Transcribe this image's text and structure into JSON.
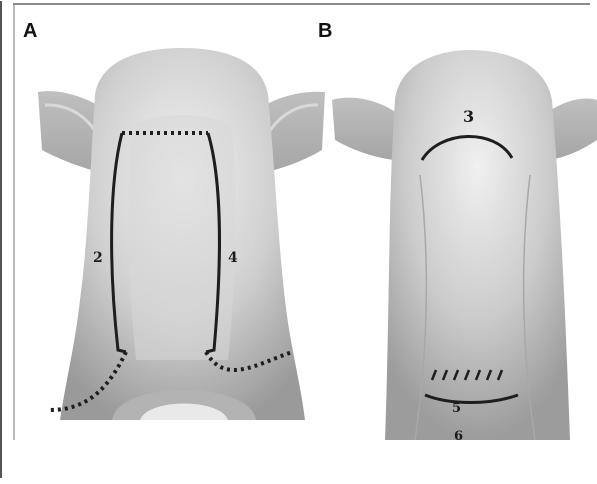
{
  "panels": [
    {
      "label": "A",
      "annotations": [
        "2",
        "4"
      ]
    },
    {
      "label": "B",
      "annotations": [
        "3",
        "5",
        "6"
      ]
    }
  ],
  "colors": {
    "tissue_light": "#e6e6e6",
    "tissue_mid": "#bdbdbd",
    "tissue_dark": "#8f8f8f",
    "incision": "#1e1e1e",
    "frame": "#444444"
  }
}
